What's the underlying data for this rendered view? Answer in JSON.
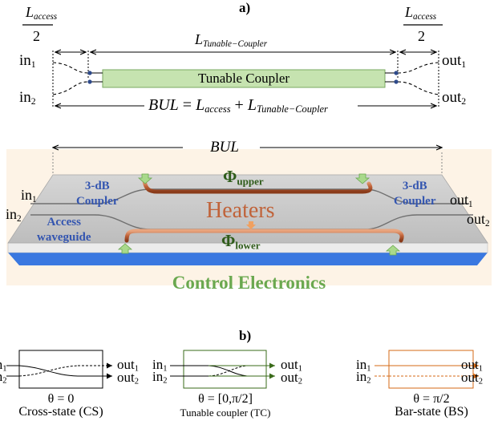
{
  "panel_a": {
    "label": "a)",
    "frac_left": {
      "num_main": "L",
      "num_sub": "access",
      "den": "2"
    },
    "frac_right": {
      "num_main": "L",
      "num_sub": "access",
      "den": "2"
    },
    "l_tunable": {
      "main": "L",
      "sub": "Tunable−Coupler"
    },
    "in1": {
      "main": "in",
      "sub": "1"
    },
    "in2": {
      "main": "in",
      "sub": "2"
    },
    "out1": {
      "main": "out",
      "sub": "1"
    },
    "out2": {
      "main": "out",
      "sub": "2"
    },
    "coupler_box": "Tunable Coupler",
    "bul_eq": {
      "p1": "BUL",
      "p2": " = ",
      "p3": "L",
      "s1": "access",
      "p4": " + ",
      "p5": "L",
      "s2": "Tunable−Coupler"
    }
  },
  "device": {
    "bul": "BUL",
    "in1": {
      "main": "in",
      "sub": "1"
    },
    "in2": {
      "main": "in",
      "sub": "2"
    },
    "out1": {
      "main": "out",
      "sub": "1"
    },
    "out2": {
      "main": "out",
      "sub": "2"
    },
    "coupler_left": [
      "3-dB",
      "Coupler"
    ],
    "coupler_right": [
      "3-dB",
      "Coupler"
    ],
    "access": [
      "Access",
      "waveguide"
    ],
    "phi_upper": {
      "main": "Φ",
      "sub": "upper"
    },
    "phi_lower": {
      "main": "Φ",
      "sub": "lower"
    },
    "heaters": "Heaters",
    "control": "Control Electronics",
    "colors": {
      "blue_text": "#3355b0",
      "heater": "#c0633a",
      "green_text": "#6aa84f",
      "phi": "#2f5c1a"
    }
  },
  "panel_b": {
    "label": "b)",
    "states": [
      {
        "in1": {
          "main": "in",
          "sub": "1"
        },
        "in2": {
          "main": "in",
          "sub": "2"
        },
        "out1": {
          "main": "out",
          "sub": "1"
        },
        "out2": {
          "main": "out",
          "sub": "2"
        },
        "theta": "θ = 0",
        "name": "Cross-state (CS)",
        "color": "#000000"
      },
      {
        "in1": {
          "main": "in",
          "sub": "1"
        },
        "in2": {
          "main": "in",
          "sub": "2"
        },
        "out1": {
          "main": "out",
          "sub": "1"
        },
        "out2": {
          "main": "out",
          "sub": "2"
        },
        "theta": "θ = [0,π/2]",
        "name": "Tunable coupler (TC)",
        "color": "#3a6b1a"
      },
      {
        "in1": {
          "main": "in",
          "sub": "1"
        },
        "in2": {
          "main": "in",
          "sub": "2"
        },
        "out1": {
          "main": "out",
          "sub": "1"
        },
        "out2": {
          "main": "out",
          "sub": "2"
        },
        "theta": "θ = π/2",
        "name": "Bar-state (BS)",
        "color": "#d46a16"
      }
    ]
  }
}
